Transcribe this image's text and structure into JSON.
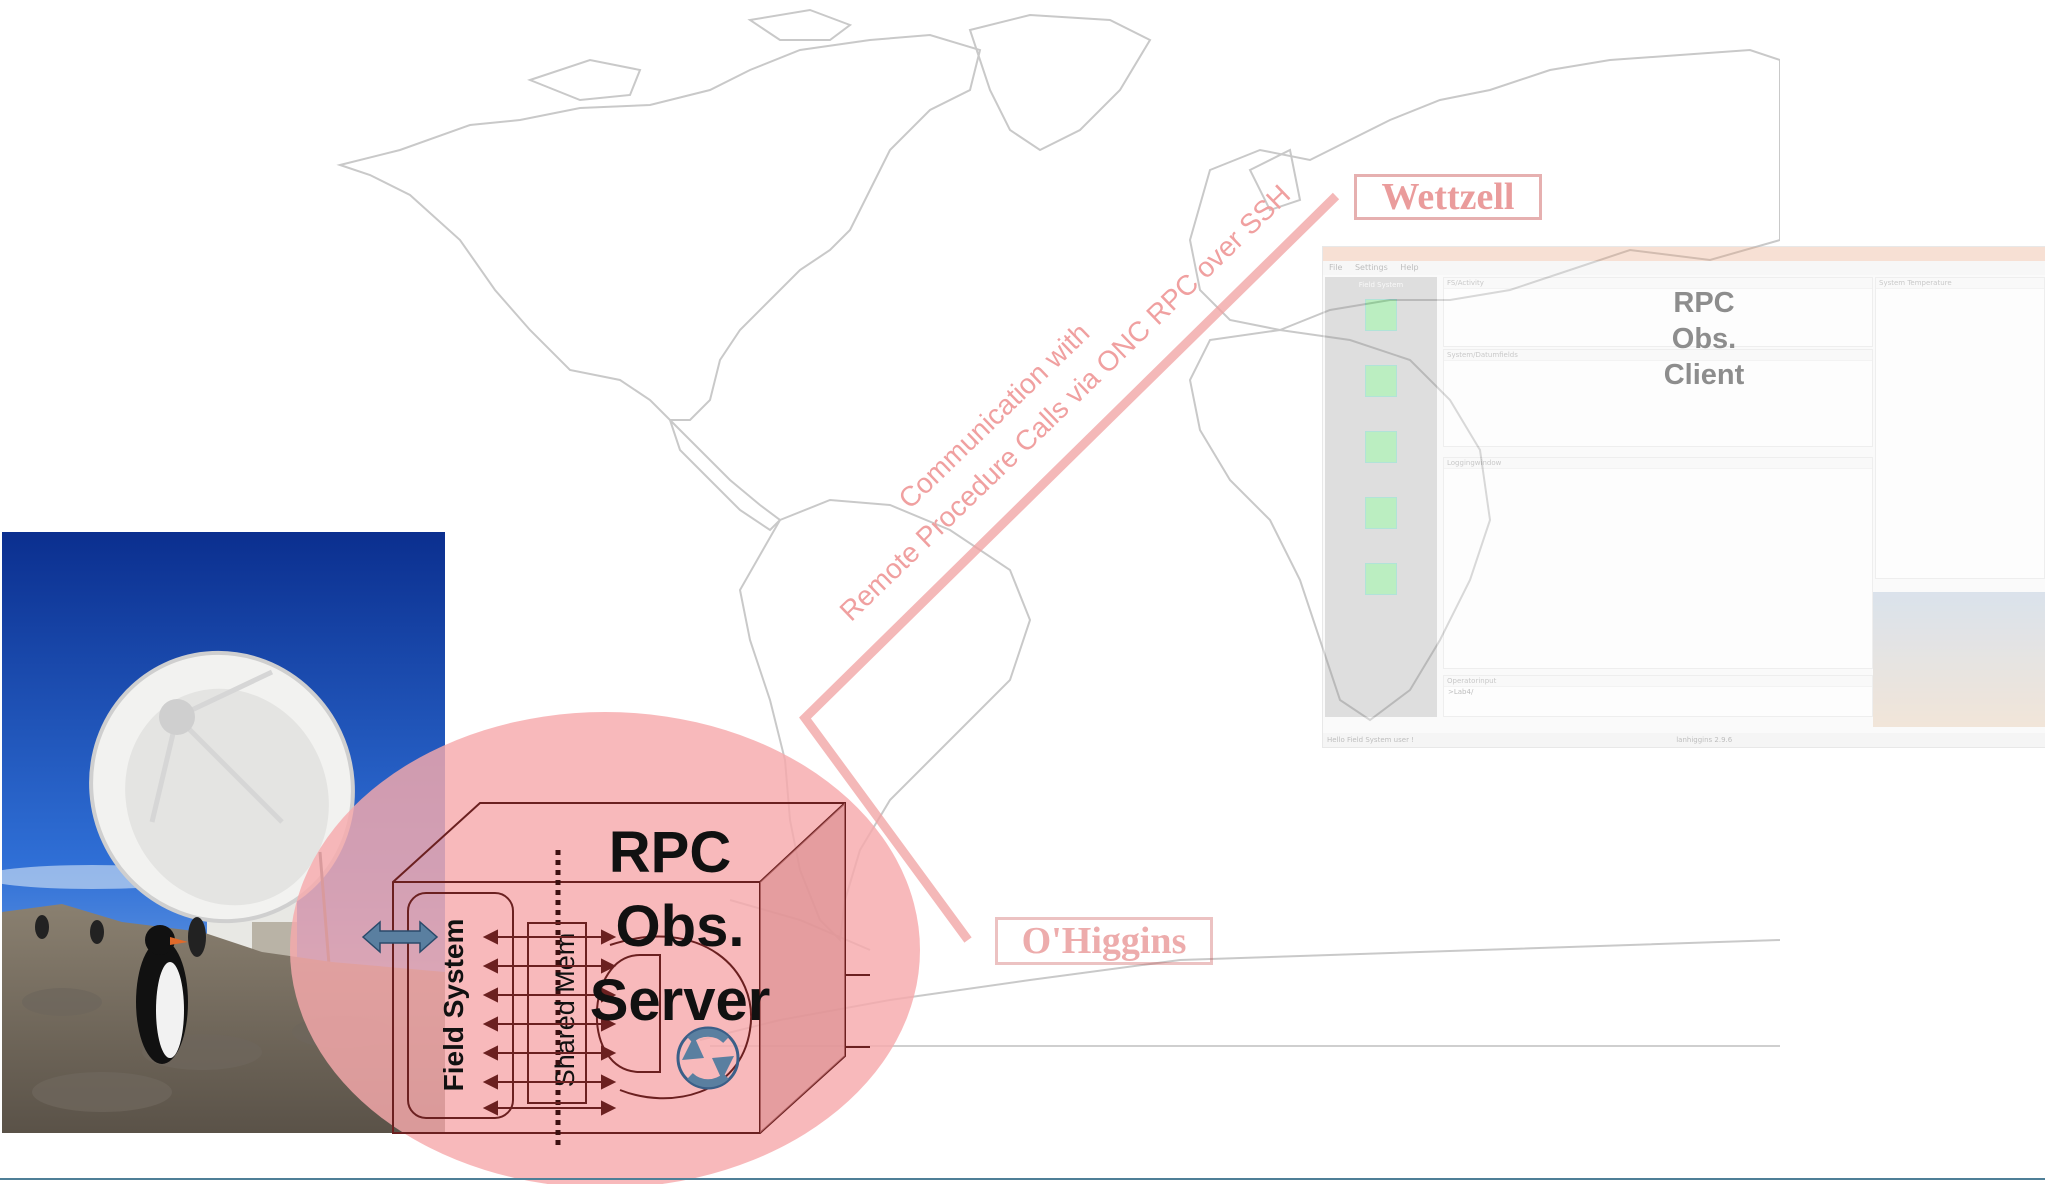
{
  "link": {
    "line1": "Communication with",
    "line2": "Remote Procedure Calls via ONC RPC over SSH"
  },
  "stations": {
    "north": "Wettzell",
    "south": "O'Higgins"
  },
  "client": {
    "label_line1": "RPC",
    "label_line2": "Obs.",
    "label_line3": "Client",
    "window": {
      "menu": [
        "File",
        "Settings",
        "Help"
      ],
      "sidebar_title": "Field System",
      "panel_titles": [
        "FS/Activity",
        "System Temperature",
        "System/Datumfields",
        "Loggingwindow",
        "Operatorinput"
      ],
      "operator_input_value": ">Lab4/",
      "status_left": "Hello Field System user !",
      "status_right": "lanhiggins 2.9.6"
    }
  },
  "server": {
    "label_line1": "RPC",
    "label_line2": "Obs.",
    "label_line3": "Server",
    "field_system": "Field System",
    "shared_mem": "Shared Mem"
  },
  "colors": {
    "circle": "#f7a9ac",
    "link": "#f0a0a0",
    "arrow": "#5a7fa0",
    "rule": "#4f7f97"
  }
}
